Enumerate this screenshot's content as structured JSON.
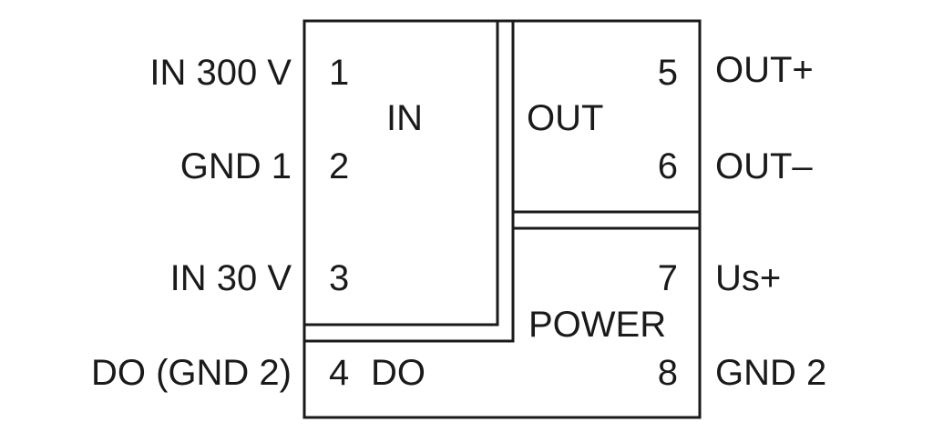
{
  "left_terminals": [
    {
      "label": "IN 300 V",
      "pin": "1"
    },
    {
      "label": "GND 1",
      "pin": "2"
    },
    {
      "label": "IN 30 V",
      "pin": "3"
    },
    {
      "label": "DO (GND 2)",
      "pin": "4"
    }
  ],
  "right_terminals": [
    {
      "pin": "5",
      "label": "OUT+"
    },
    {
      "pin": "6",
      "label": "OUT–"
    },
    {
      "pin": "7",
      "label": "Us+"
    },
    {
      "pin": "8",
      "label": "GND 2"
    }
  ],
  "blocks": {
    "in": "IN",
    "out": "OUT",
    "power": "POWER",
    "do": "DO"
  }
}
